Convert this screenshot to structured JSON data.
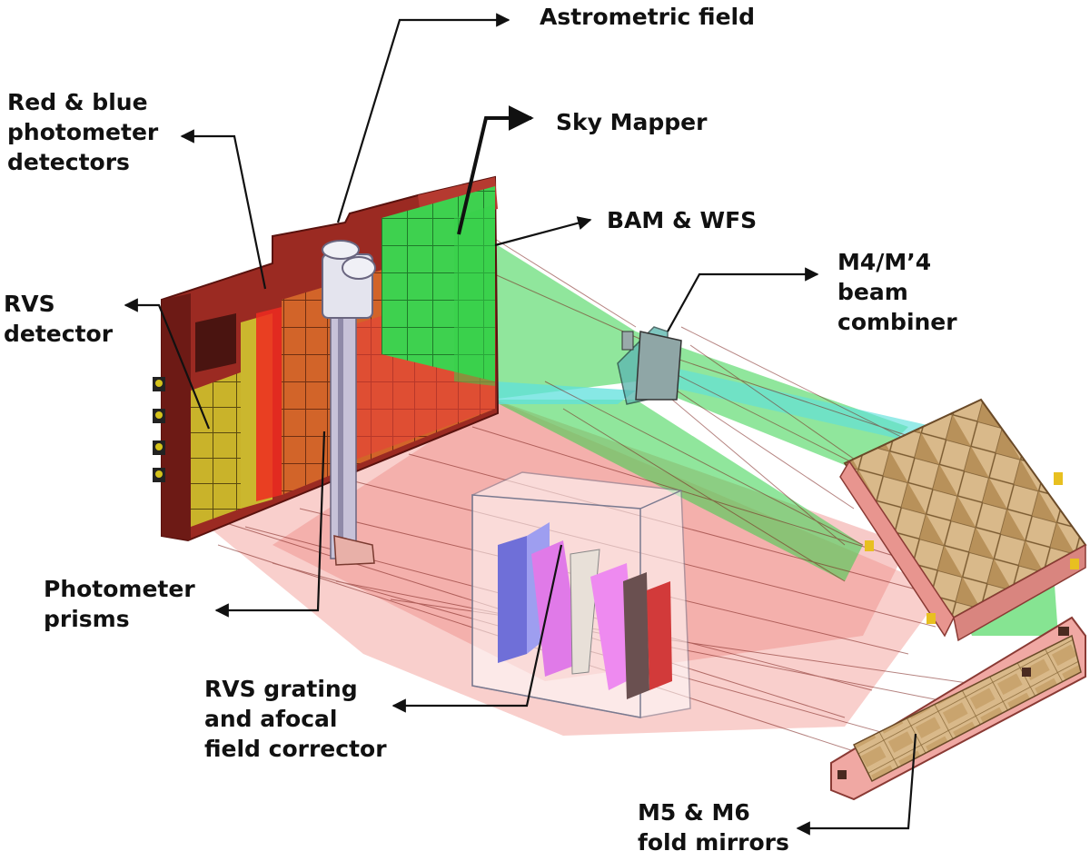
{
  "labels": {
    "astrometric_field": "Astrometric field",
    "red_blue_photometer": "Red & blue\nphotometer\ndetectors",
    "sky_mapper": "Sky Mapper",
    "bam_wfs": "BAM & WFS",
    "rvs_detector": "RVS\ndetector",
    "m4_beam_combiner": "M4/M’4\nbeam\ncombiner",
    "photometer_prisms": "Photometer\nprisms",
    "rvs_grating": "RVS grating\nand afocal\nfield corrector",
    "m5_m6_fold_mirrors": "M5 & M6\nfold mirrors"
  },
  "colors": {
    "frame": "#9b2a22",
    "frame_dark": "#6d1a15",
    "red_beam": "#e8403a",
    "pink_beam": "#f4a8a3",
    "green_beam": "#35d24a",
    "cyan_beam": "#5fe0dc",
    "detector_yellow": "#c9b32a",
    "mirror_tan": "#d9b98a",
    "mirror_pink": "#f0a8a3",
    "prism_blue": "#7e7ef0",
    "prism_magenta": "#e07ae8",
    "label_text": "#111111"
  }
}
